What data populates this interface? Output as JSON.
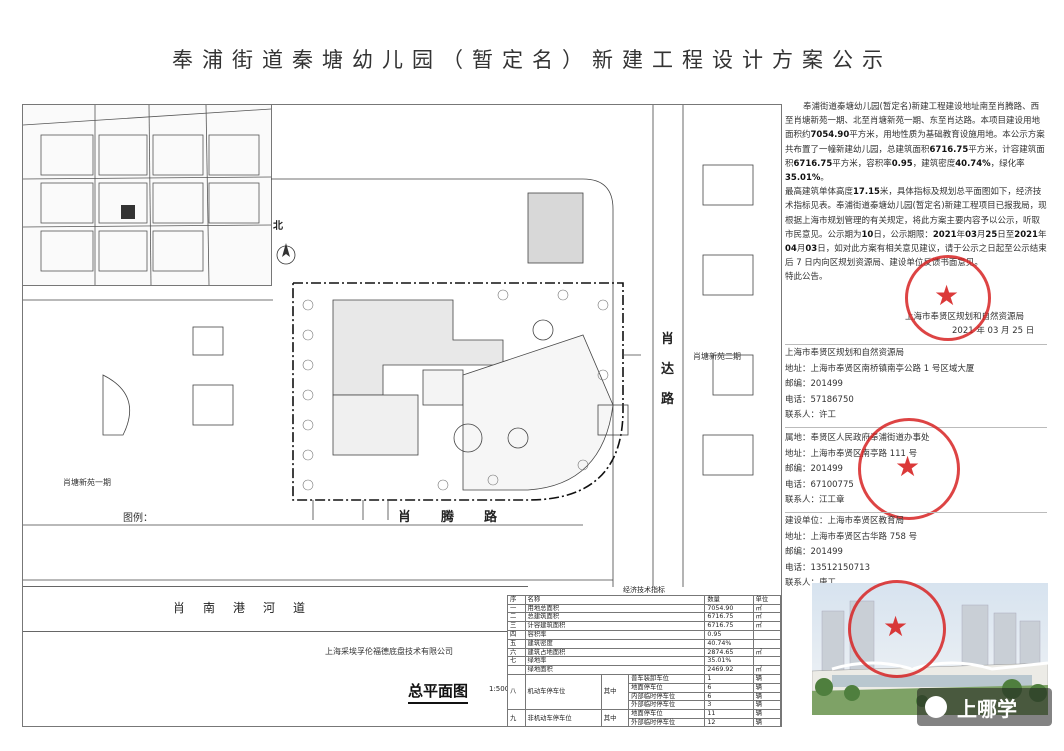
{
  "title": "奉浦街道秦塘幼儿园（暂定名）新建工程设计方案公示",
  "notice": {
    "p1": "奉浦街道秦塘幼儿园(暂定名)新建工程建设地址南至肖腾路、西至肖塘新苑一期、北至肖塘新苑一期、东至肖达路。本项目建设用地面积约",
    "land_area": "7054.90",
    "p1b": "平方米，用地性质为基础教育设施用地。本公示方案共布置了一幢新建幼儿园，总建筑面积",
    "total_area": "6716.75",
    "p1c": "平方米，计容建筑面积",
    "fa_area": "6716.75",
    "p1d": "平方米，容积率",
    "far": "0.95",
    "p1e": "，建筑密度",
    "density": "40.74%",
    "p1f": "，绿化率",
    "green": "35.01%",
    "p1g": "。",
    "p2a": "最高建筑单体高度",
    "height": "17.15",
    "p2b": "米，具体指标及规划总平面图如下，经济技术指标见表。奉浦街道秦塘幼儿园(暂定名)新建工程项目已报我局，现根据上海市规划管理的有关规定，将此方案主要内容予以公示，听取市民意见。公示期为",
    "days": "10",
    "p2c": "日，公示期限：",
    "date_from": "2021",
    "p2d": "年",
    "m_from": "03",
    "p2e": "月",
    "d_from": "25",
    "p2f": "日至",
    "date_to": "2021",
    "p2g": "年",
    "m_to": "04",
    "p2h": "月",
    "d_to": "03",
    "p2i": "日，如对此方案有相关意见建议，请于公示之日起至公示结束后 7 日内向区规划资源局、建设单位反馈书面意见。",
    "p3": "特此公告。",
    "sign_org": "上海市奉贤区规划和自然资源局",
    "sign_date": "2021 年 03 月 25 日"
  },
  "contacts": [
    {
      "org": "上海市奉贤区规划和自然资源局",
      "addr": "地址：上海市奉贤区南桥镇南亭公路 1 号区域大厦",
      "zip": "邮编：201499",
      "tel": "电话：57186750",
      "person": "联系人：许工"
    },
    {
      "org": "属地：奉贤区人民政府奉浦街道办事处",
      "addr": "地址：上海市奉贤区南亭路 111 号",
      "zip": "邮编：201499",
      "tel": "电话：67100775",
      "person": "联系人：江工章"
    },
    {
      "org": "建设单位：上海市奉贤区教育局",
      "addr": "地址：上海市奉贤区古华路 758 号",
      "zip": "邮编：201499",
      "tel": "电话：13512150713",
      "person": "联系人：唐工"
    }
  ],
  "plan": {
    "title": "总平面图",
    "scale": "1:500",
    "river": "肖南港河道",
    "road_south": "肖腾路",
    "road_east": "肖达路",
    "company": "上海采埃孚伦福德底盘技术有限公司",
    "north_left": "肖塘新苑一期",
    "north_right": "肖塘新苑二期",
    "north": "北",
    "legend": "图例："
  },
  "stats_table": {
    "caption": "经济技术指标",
    "header": [
      "序",
      "名称",
      "",
      "数量",
      "单位"
    ],
    "rows": [
      [
        "一",
        "用地总面积",
        "",
        "7054.90",
        "㎡"
      ],
      [
        "二",
        "总建筑面积",
        "",
        "6716.75",
        "㎡"
      ],
      [
        "三",
        "计容建筑面积",
        "",
        "6716.75",
        "㎡"
      ],
      [
        "四",
        "容积率",
        "",
        "0.95",
        ""
      ],
      [
        "五",
        "建筑密度",
        "",
        "40.74%",
        ""
      ],
      [
        "六",
        "建筑占地面积",
        "",
        "2874.65",
        "㎡"
      ],
      [
        "七",
        "绿地率",
        "",
        "35.01%",
        ""
      ],
      [
        "",
        "绿地面积",
        "",
        "2469.92",
        "㎡"
      ]
    ],
    "parking": [
      [
        "八",
        "机动车停车位",
        "其中",
        "普车装卸车位",
        "1",
        "辆"
      ],
      [
        "",
        "",
        "",
        "地面停车位",
        "6",
        "辆"
      ],
      [
        "",
        "",
        "",
        "内部临时停车位",
        "6",
        "辆"
      ],
      [
        "",
        "",
        "",
        "外部临时停车位",
        "3",
        "辆"
      ],
      [
        "九",
        "非机动车停车位",
        "其中",
        "地面停车位",
        "11",
        "辆"
      ],
      [
        "",
        "",
        "",
        "外部临时停车位",
        "12",
        "辆"
      ]
    ]
  },
  "watermark": "上哪学",
  "colors": {
    "stamp": "#d72323",
    "line": "#333333",
    "green": "#6a9a6a"
  }
}
